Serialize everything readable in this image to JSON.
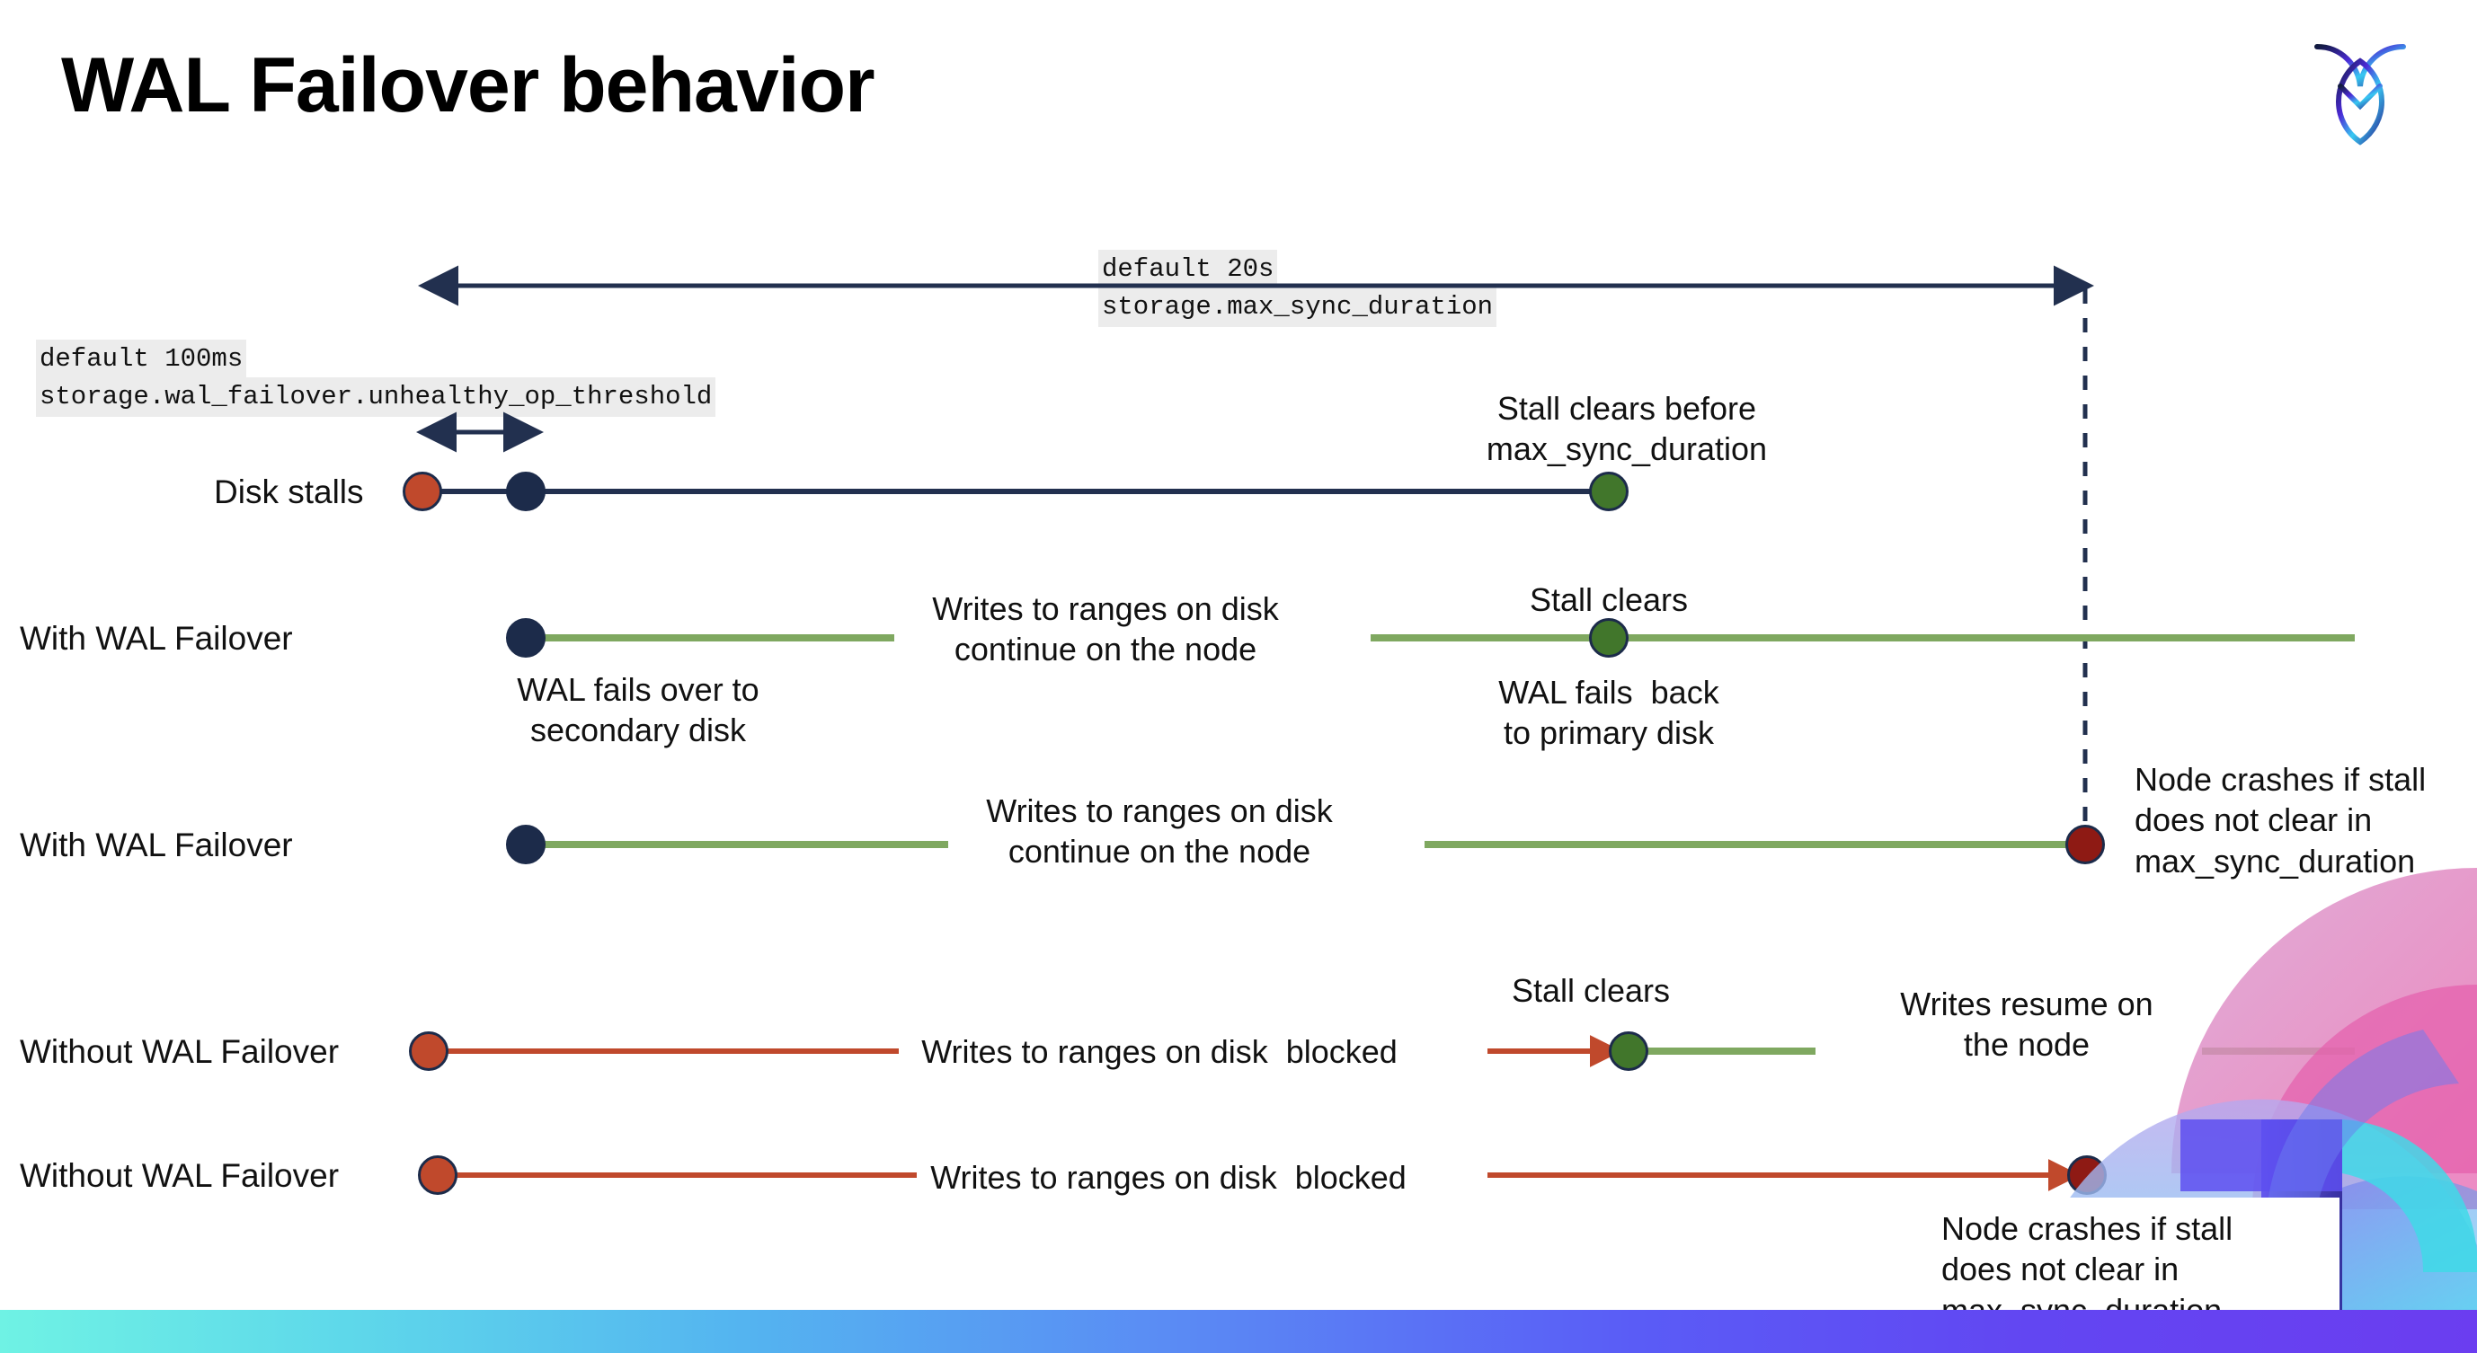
{
  "slide": {
    "title": "WAL Failover behavior",
    "logo_name": "cockroachdb-logo"
  },
  "annotations": {
    "max_sync": {
      "line1": "default 20s",
      "line2": "storage.max_sync_duration"
    },
    "unhealthy_op": {
      "line1": "default 100ms",
      "line2": "storage.wal_failover.unhealthy_op_threshold"
    }
  },
  "rows": [
    {
      "id": "disk-stalls",
      "label": "Disk stalls",
      "note_top": "Stall clears before\nmax_sync_duration"
    },
    {
      "id": "with-wal-failover-1",
      "label": "With WAL Failover",
      "note_below_start": "WAL fails over to\nsecondary disk",
      "note_mid": "Writes to ranges on disk\ncontinue on the node",
      "note_clears": "Stall clears",
      "note_back": "WAL fails  back\nto primary disk"
    },
    {
      "id": "with-wal-failover-2",
      "label": "With WAL Failover",
      "note_mid": "Writes to ranges on disk\ncontinue on the node",
      "note_crash": "Node crashes if stall\ndoes not clear in\nmax_sync_duration"
    },
    {
      "id": "without-wal-failover-1",
      "label": "Without WAL Failover",
      "note_mid": "Writes to ranges on disk  blocked",
      "note_clears": "Stall clears",
      "note_resume": "Writes resume on\nthe node"
    },
    {
      "id": "without-wal-failover-2",
      "label": "Without WAL Failover",
      "note_mid": "Writes to ranges on disk  blocked",
      "note_crash": "Node crashes if stall\ndoes not clear in\nmax_sync_duration"
    }
  ],
  "colors": {
    "navy": "#22304f",
    "green_line": "#7fa860",
    "green_dot": "#41762b",
    "red_dot": "#c0492c",
    "dark_red_dot": "#8e1a14",
    "orange_line": "#c0492c",
    "code_bg": "#ececec"
  }
}
